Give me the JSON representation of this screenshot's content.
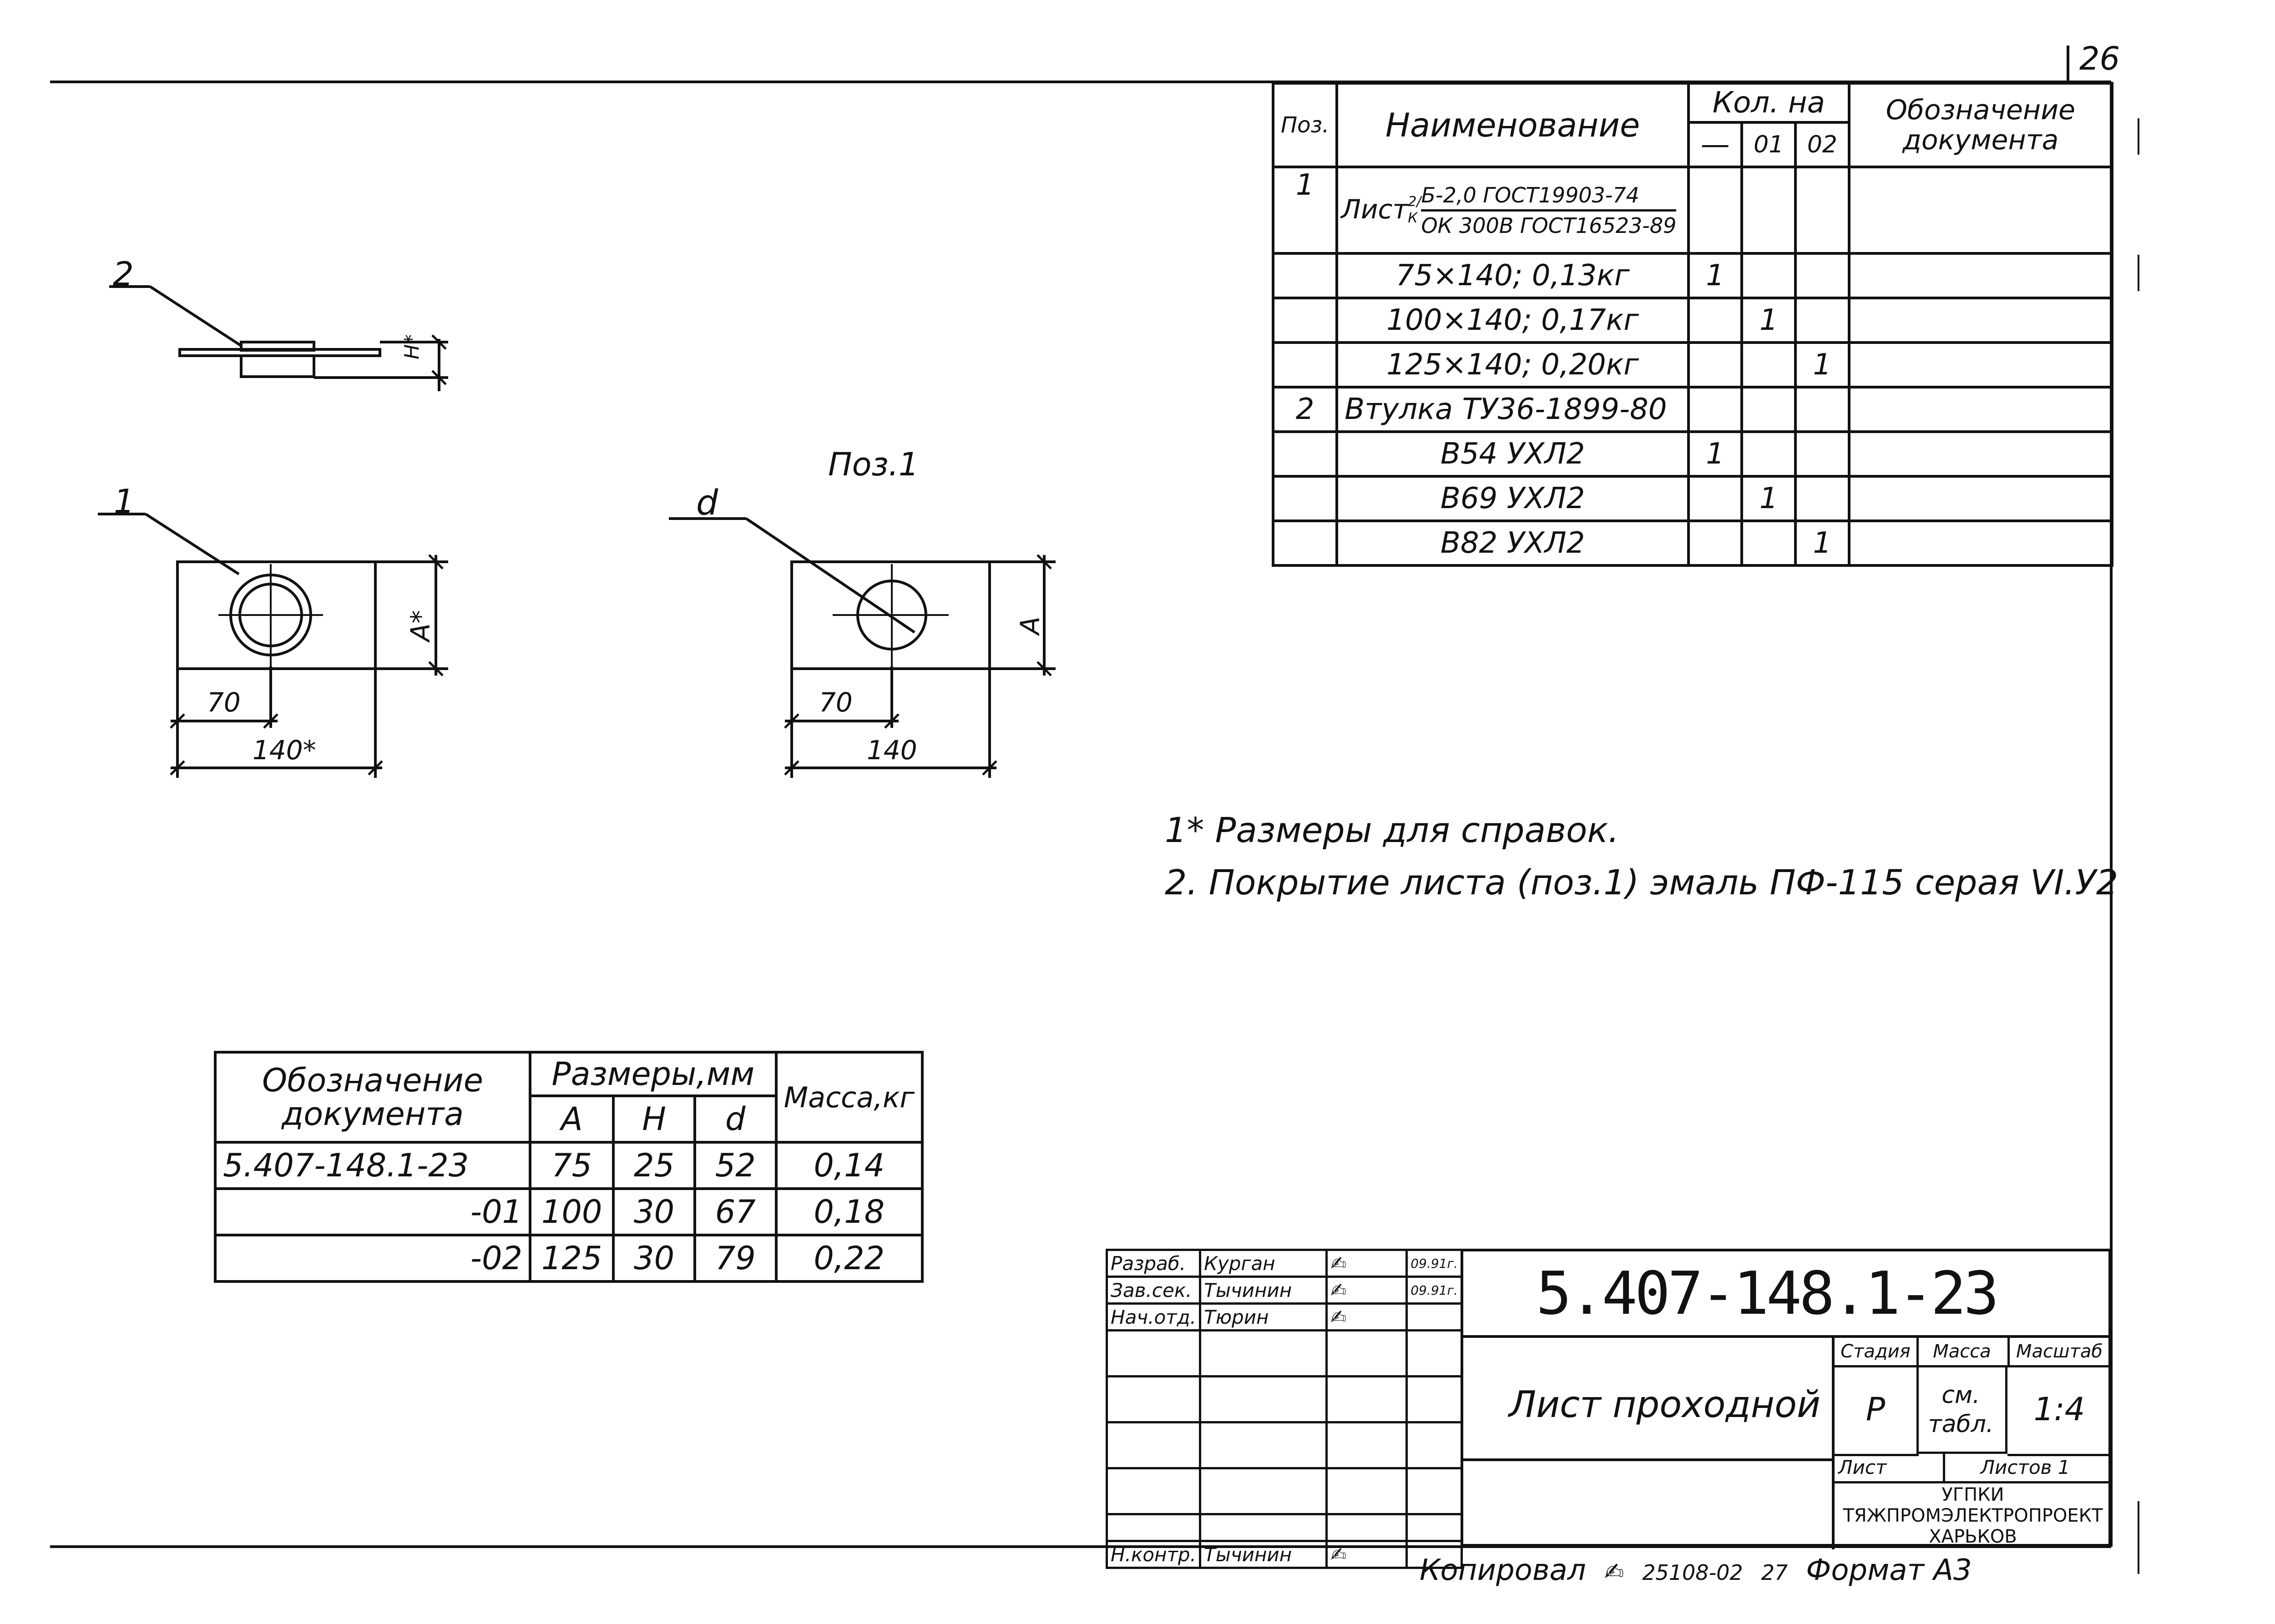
{
  "sheet_number": "26",
  "callouts": {
    "part2": "2",
    "part1": "1",
    "diam": "d",
    "pos_label": "Поз.1"
  },
  "view_dims": {
    "h_star": "Н*",
    "a_star": "А*",
    "a": "А",
    "w70_left": "70",
    "w140_left": "140*",
    "w70_right": "70",
    "w140_right": "140"
  },
  "spec": {
    "h_pos": "Поз.",
    "h_name": "Наименование",
    "h_qty": "Кол. на",
    "h_dash": "—",
    "h_01": "01",
    "h_02": "02",
    "h_doc": "Обозначение документа",
    "rows": [
      {
        "pos": "1",
        "name": "Лист",
        "frac_top": "Б-2,0 ГОСТ19903-74",
        "frac_bot": "ОК 300В ГОСТ16523-89",
        "frac_pre": "2/",
        "frac_pre2": "К"
      },
      {
        "name": "75×140; 0,13кг",
        "q0": "1"
      },
      {
        "name": "100×140; 0,17кг",
        "q1": "1"
      },
      {
        "name": "125×140; 0,20кг",
        "q2": "1"
      },
      {
        "pos": "2",
        "name": "Втулка ТУ36-1899-80"
      },
      {
        "name": "В54 УХЛ2",
        "q0": "1"
      },
      {
        "name": "В69 УХЛ2",
        "q1": "1"
      },
      {
        "name": "В82 УХЛ2",
        "q2": "1"
      }
    ]
  },
  "notes": {
    "n1": "1* Размеры для справок.",
    "n2": "2. Покрытие листа (поз.1) эмаль ПФ-115 серая VI.У2"
  },
  "dims_table": {
    "h_doc": "Обозначение документа",
    "h_sizes": "Размеры,мм",
    "h_mass": "Масса,кг",
    "h_a": "А",
    "h_h": "Н",
    "h_d": "d",
    "rows": [
      {
        "doc": "5.407-148.1-23",
        "a": "75",
        "h": "25",
        "d": "52",
        "m": "0,14"
      },
      {
        "doc": "-01",
        "a": "100",
        "h": "30",
        "d": "67",
        "m": "0,18"
      },
      {
        "doc": "-02",
        "a": "125",
        "h": "30",
        "d": "79",
        "m": "0,22"
      }
    ]
  },
  "title_block": {
    "code": "5.407-148.1-23",
    "r1_role": "Разраб.",
    "r1_name": "Курган",
    "r1_date": "09.91г.",
    "r2_role": "Зав.сек.",
    "r2_name": "Тычинин",
    "r2_date": "09.91г.",
    "r3_role": "Нач.отд.",
    "r3_name": "Тюрин",
    "r9_role": "Н.контр.",
    "r9_name": "Тычинин",
    "name": "Лист проходной",
    "h_stage": "Стадия",
    "h_mass": "Масса",
    "h_scale": "Масштаб",
    "stage": "Р",
    "mass": "см. табл.",
    "scale": "1:4",
    "sheet": "Лист",
    "sheets": "Листов 1",
    "org1": "УГПКИ",
    "org2": "ТЯЖПРОМЭЛЕКТРОПРОЕКТ",
    "org3": "ХАРЬКОВ"
  },
  "footer": {
    "copied": "Копировал",
    "num": "25108-02",
    "page": "27",
    "format": "Формат А3"
  }
}
